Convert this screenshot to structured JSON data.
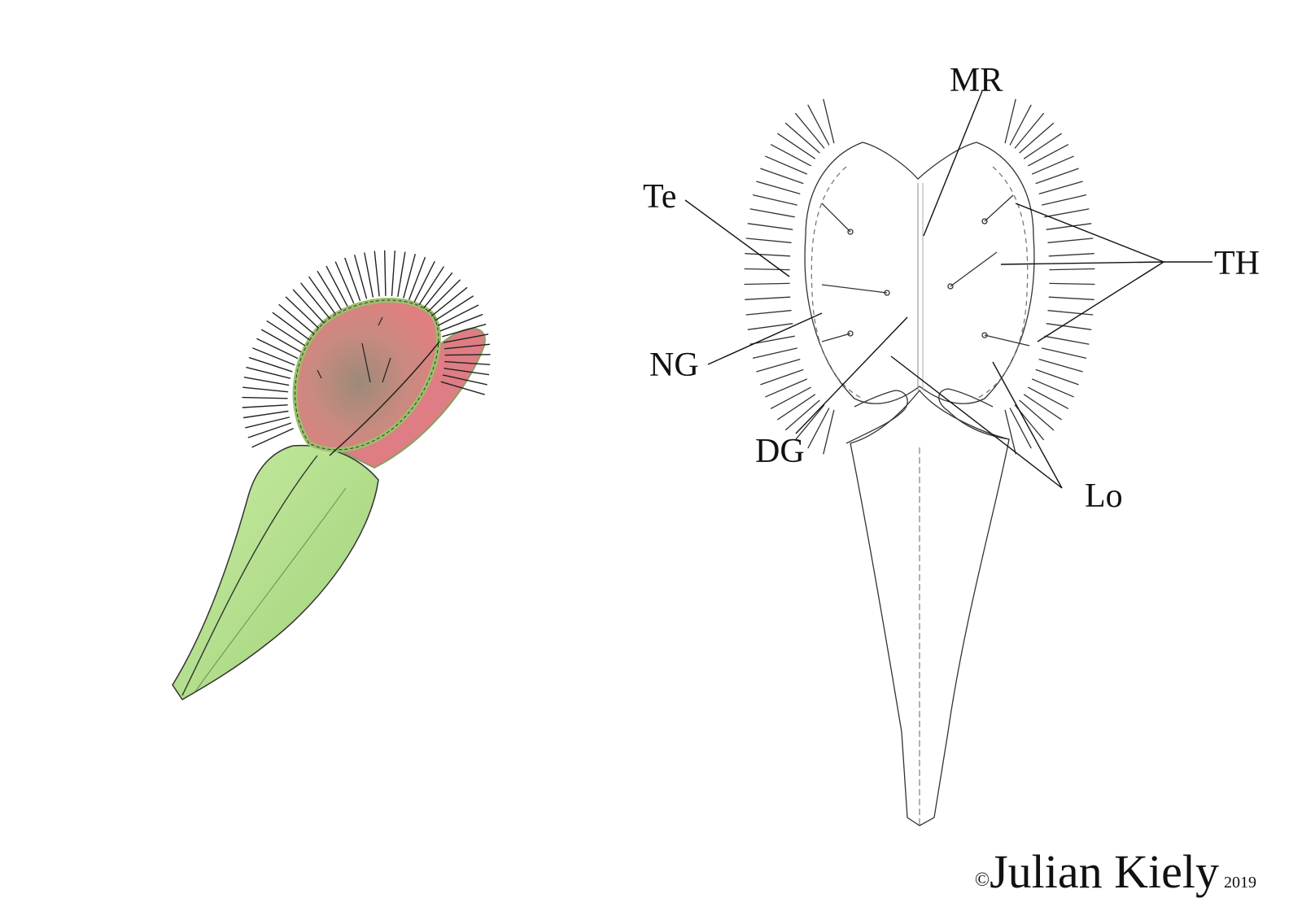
{
  "labels": {
    "mr": "MR",
    "te": "Te",
    "th": "TH",
    "ng": "NG",
    "dg": "DG",
    "lo": "Lo"
  },
  "copyright": {
    "symbol": "©",
    "author": "Julian Kiely",
    "year": "2019"
  },
  "colors": {
    "leaf_green": "#b9e08e",
    "lobe_red": "#d98080",
    "lobe_center": "#a08878",
    "line": "#222222"
  }
}
